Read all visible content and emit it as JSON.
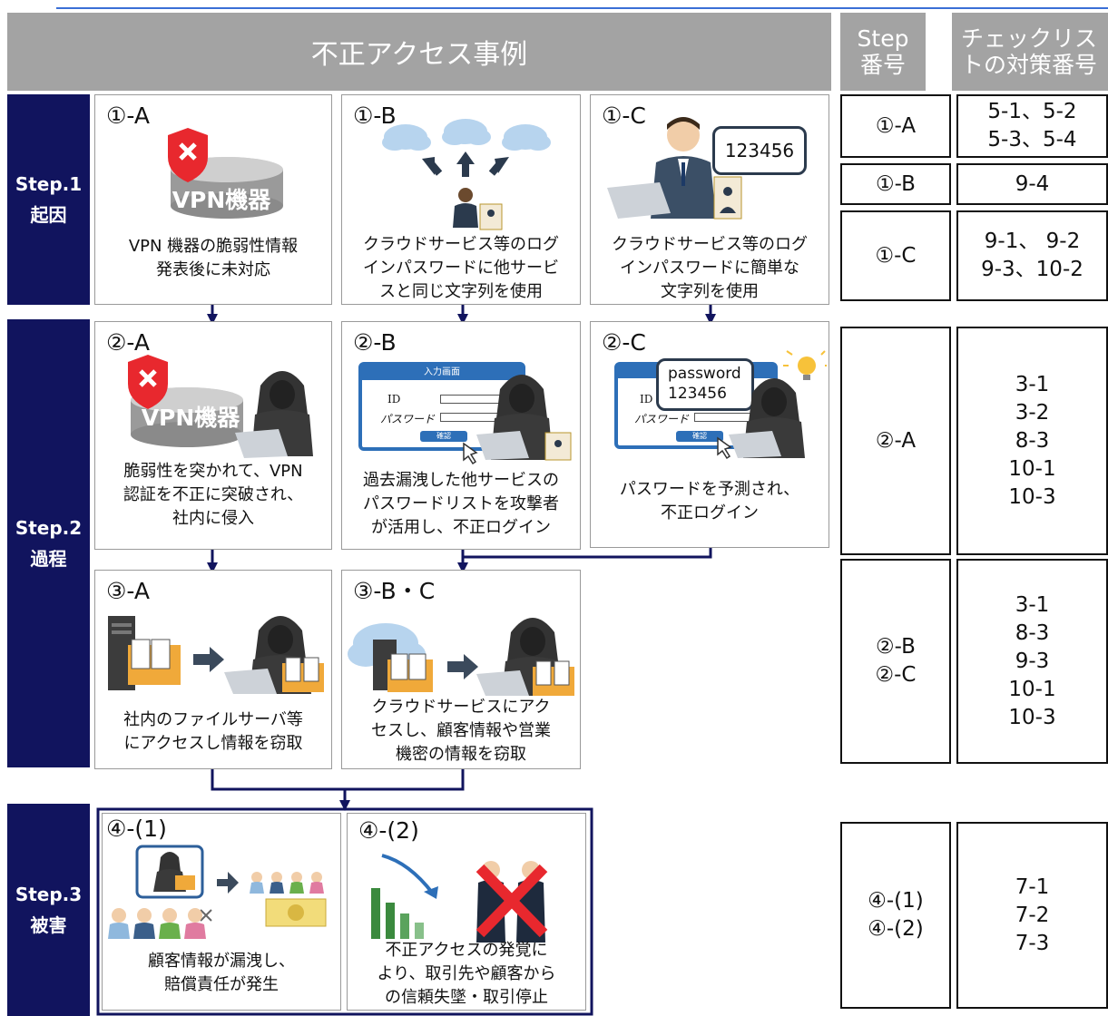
{
  "header": {
    "title": "不正アクセス事例",
    "step_col_line1": "Step",
    "step_col_line2": "番号",
    "check_col_line1": "チェックリス",
    "check_col_line2": "トの対策番号"
  },
  "steps": [
    {
      "name": "Step.1",
      "label": "起因"
    },
    {
      "name": "Step.2",
      "label": "過程"
    },
    {
      "name": "Step.3",
      "label": "被害"
    }
  ],
  "cards": {
    "c1a": {
      "label": "①-A",
      "desc": [
        "VPN 機器の脆弱性情報",
        "発表後に未対応"
      ],
      "device_text": "VPN機器"
    },
    "c1b": {
      "label": "①-B",
      "desc": [
        "クラウドサービス等のログ",
        "インパスワードに他サービ",
        "スと同じ文字列を使用"
      ]
    },
    "c1c": {
      "label": "①-C",
      "desc": [
        "クラウドサービス等のログ",
        "インパスワードに簡単な",
        "文字列を使用"
      ],
      "bubble": "123456"
    },
    "c2a": {
      "label": "②-A",
      "desc": [
        "脆弱性を突かれて、VPN",
        "認証を不正に突破され、",
        "社内に侵入"
      ],
      "device_text": "VPN機器"
    },
    "c2b": {
      "label": "②-B",
      "desc": [
        "過去漏洩した他サービスの",
        "パスワードリストを攻撃者",
        "が活用し、不正ログイン"
      ],
      "screen_title": "入力画面",
      "field_id": "ID",
      "field_pw": "パスワード",
      "confirm": "確認"
    },
    "c2c": {
      "label": "②-C",
      "desc": [
        "パスワードを予測され、",
        "不正ログイン"
      ],
      "bubble_line1": "password",
      "bubble_line2": "123456",
      "field_id": "ID",
      "field_pw": "パスワード",
      "confirm": "確認"
    },
    "c3a": {
      "label": "③-A",
      "desc": [
        "社内のファイルサーバ等",
        "にアクセスし情報を窃取"
      ]
    },
    "c3bc": {
      "label": "③-B・C",
      "desc": [
        "クラウドサービスにアク",
        "セスし、顧客情報や営業",
        "機密の情報を窃取"
      ]
    },
    "c41": {
      "label": "④-(1)",
      "desc": [
        "顧客情報が漏洩し、",
        "賠償責任が発生"
      ]
    },
    "c42": {
      "label": "④-(2)",
      "desc": [
        "不正アクセスの発覚に",
        "より、取引先や顧客から",
        "の信頼失墜・取引停止"
      ]
    }
  },
  "table": {
    "rows": [
      {
        "step": [
          "①-A"
        ],
        "check": [
          "5-1、5-2",
          "5-3、5-4"
        ]
      },
      {
        "step": [
          "①-B"
        ],
        "check": [
          "9-4"
        ]
      },
      {
        "step": [
          "①-C"
        ],
        "check": [
          "9-1、 9-2",
          "9-3、10-2"
        ]
      },
      {
        "step": [
          "②-A"
        ],
        "check": [
          "3-1",
          "3-2",
          "8-3",
          "10-1",
          "10-3"
        ]
      },
      {
        "step": [
          "②-B",
          "②-C"
        ],
        "check": [
          "3-1",
          "8-3",
          "9-3",
          "10-1",
          "10-3"
        ]
      },
      {
        "step": [
          "④-(1)",
          "④-(2)"
        ],
        "check": [
          "7-1",
          "7-2",
          "7-3"
        ]
      }
    ]
  },
  "colors": {
    "navy": "#11145e",
    "header_gray": "#a3a3a3",
    "accent_blue": "#3a6fd6",
    "alert_red": "#e8282e"
  }
}
